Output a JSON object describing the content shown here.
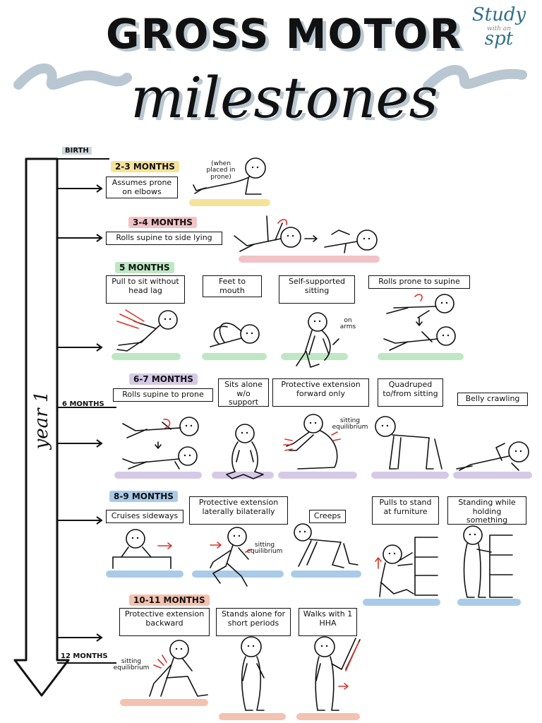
{
  "title": {
    "line1": "GROSS MOTOR",
    "line2": "milestones"
  },
  "logo": {
    "line1": "Study",
    "line2": "with an",
    "line3": "spt"
  },
  "timeline": {
    "label": "year 1",
    "birth": "BIRTH",
    "six_months": "6 MONTHS",
    "twelve_months": "12 MONTHS"
  },
  "colors": {
    "yellow": "#f6e39a",
    "pink": "#f1c3c6",
    "green": "#bfe7c4",
    "purple": "#d6c9e6",
    "blue": "#aacbe8",
    "salmon": "#f4c2b0",
    "accent_red": "#d9332b",
    "title_shadow": "#b9c7d2"
  },
  "sections": [
    {
      "age": "2-3 MONTHS",
      "milestones": [
        {
          "label": "Assumes prone on elbows",
          "note": "(when placed in prone)"
        }
      ]
    },
    {
      "age": "3-4 MONTHS",
      "milestones": [
        {
          "label": "Rolls supine to side lying"
        }
      ]
    },
    {
      "age": "5 MONTHS",
      "milestones": [
        {
          "label": "Pull to sit without head lag"
        },
        {
          "label": "Feet to mouth"
        },
        {
          "label": "Self-supported sitting",
          "note": "on arms"
        },
        {
          "label": "Rolls prone to supine"
        }
      ]
    },
    {
      "age": "6-7 MONTHS",
      "milestones": [
        {
          "label": "Rolls supine to prone"
        },
        {
          "label": "Sits alone w/o support"
        },
        {
          "label": "Protective extension forward only",
          "note": "sitting equilibrium"
        },
        {
          "label": "Quadruped to/from sitting"
        },
        {
          "label": "Belly crawling"
        }
      ]
    },
    {
      "age": "8-9 MONTHS",
      "milestones": [
        {
          "label": "Cruises sideways"
        },
        {
          "label": "Protective extension laterally bilaterally",
          "note": "sitting equilibrium"
        },
        {
          "label": "Creeps"
        },
        {
          "label": "Pulls to stand at furniture"
        },
        {
          "label": "Standing while holding something"
        }
      ]
    },
    {
      "age": "10-11 MONTHS",
      "milestones": [
        {
          "label": "Protective extension backward",
          "note": "sitting equilibrium"
        },
        {
          "label": "Stands alone for short periods"
        },
        {
          "label": "Walks with 1 HHA"
        }
      ]
    }
  ]
}
